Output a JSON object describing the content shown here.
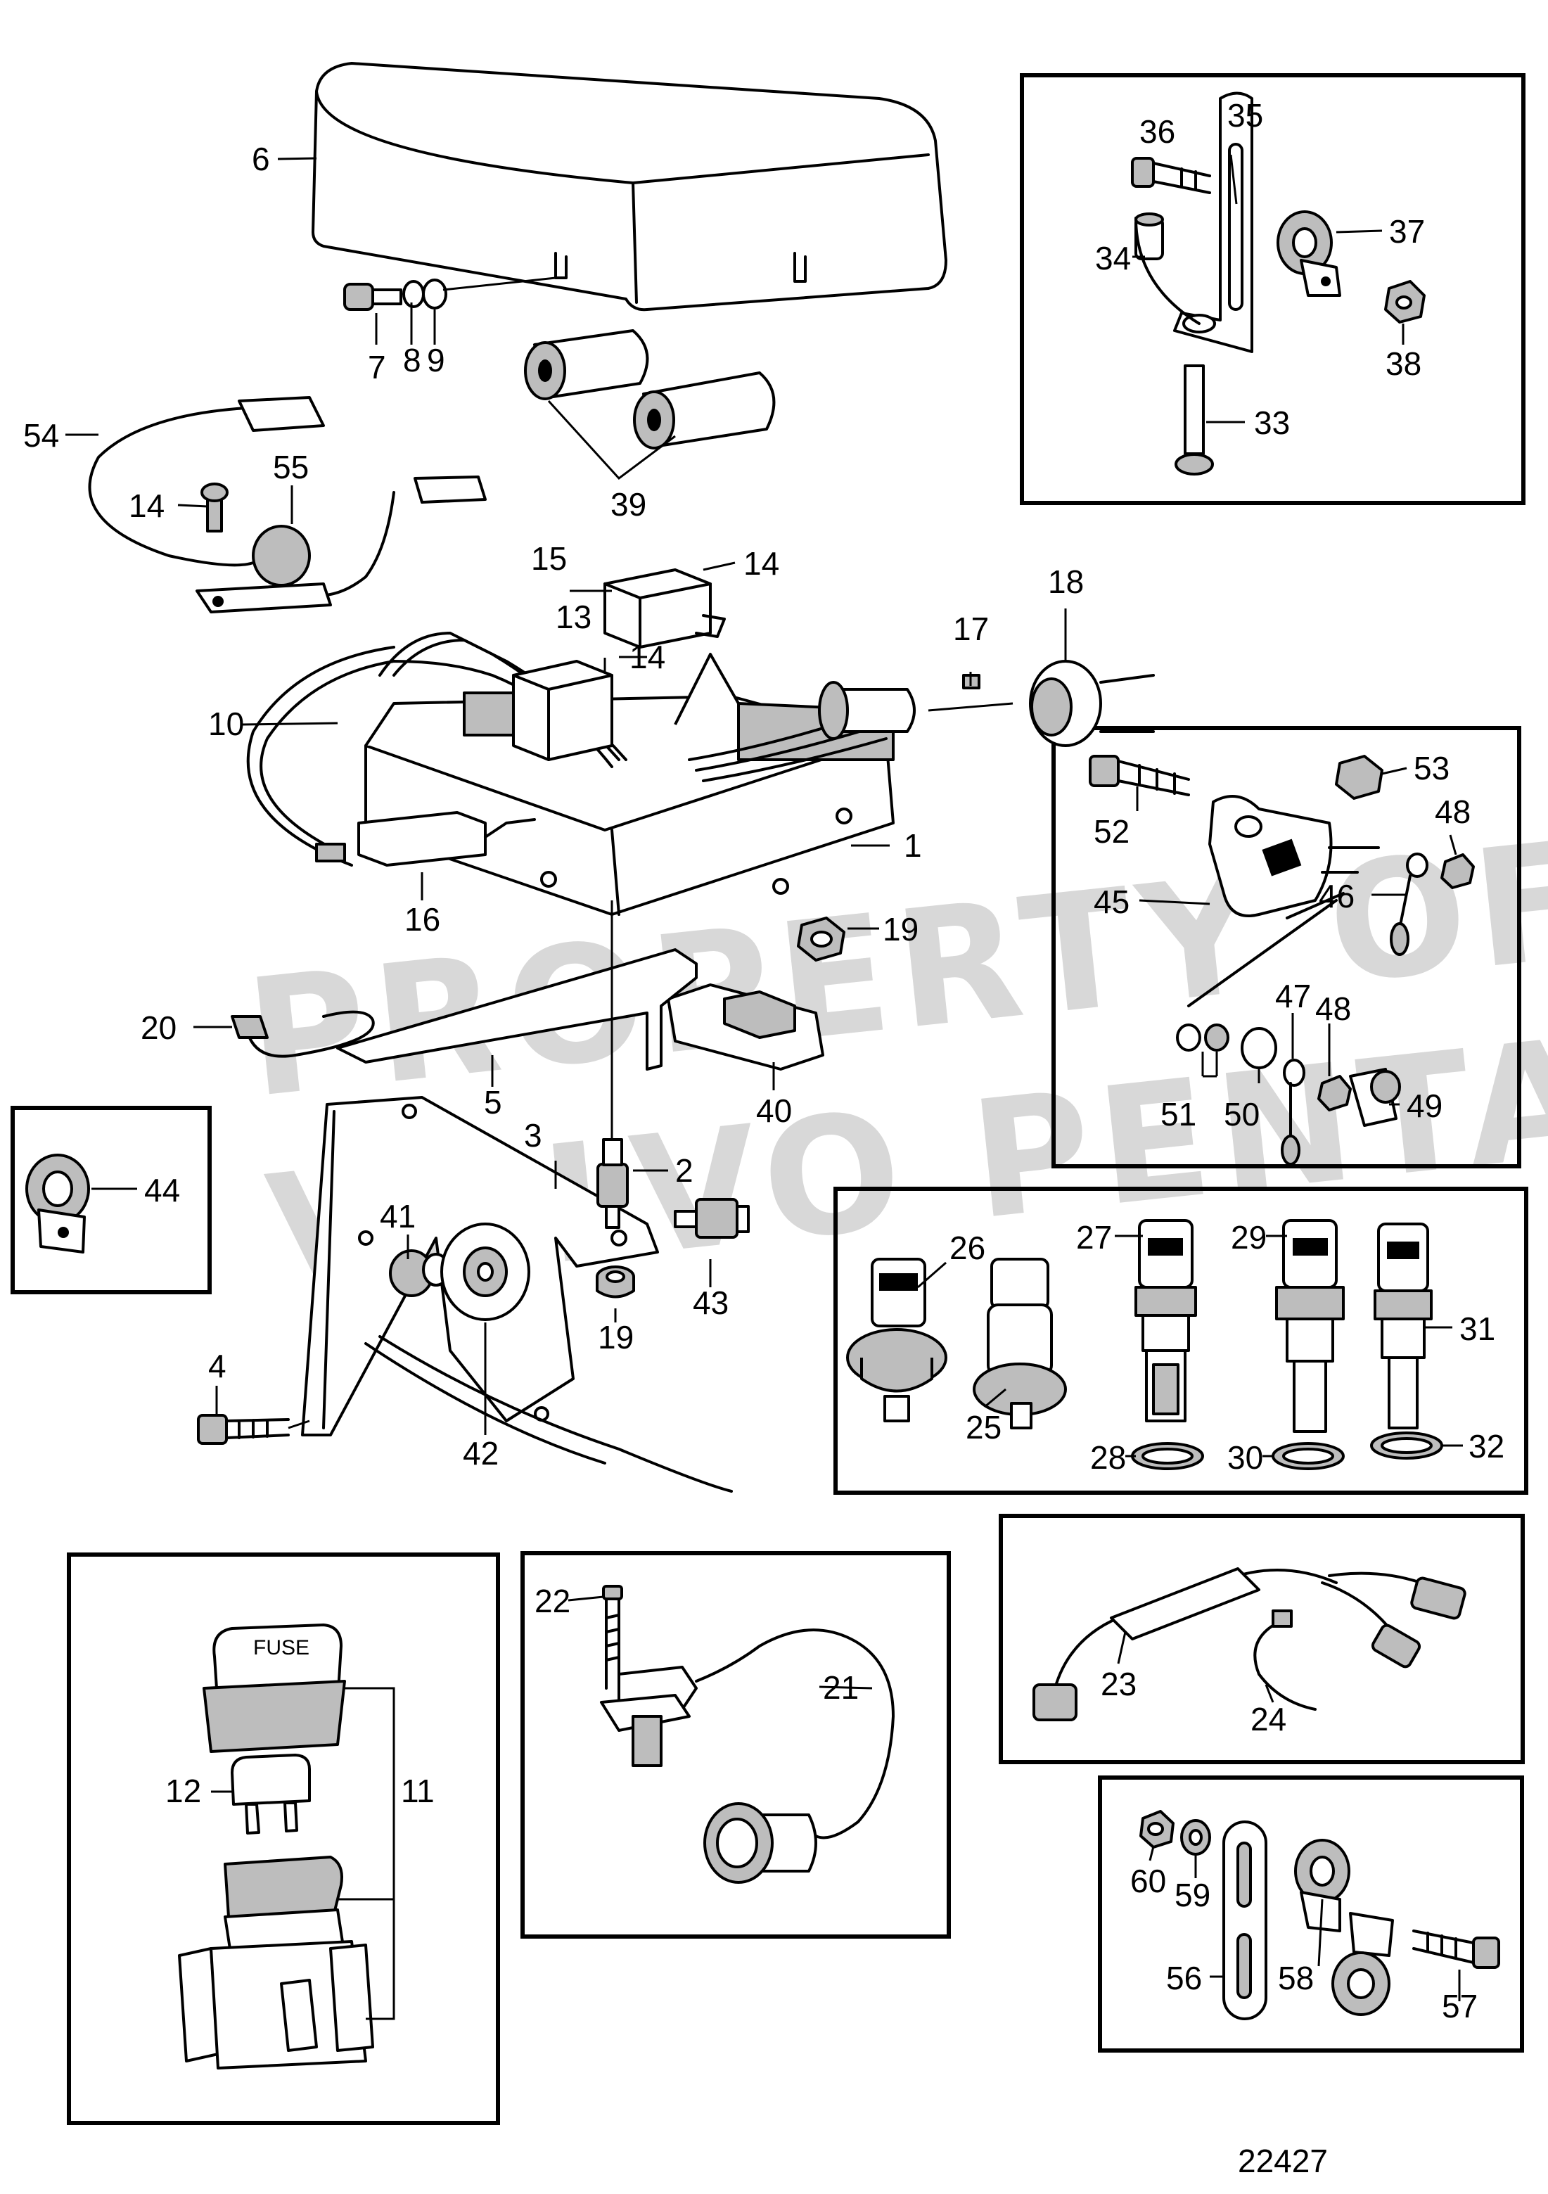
{
  "diagram": {
    "drawing_number": "22427",
    "watermark": [
      "PROPERTY OF",
      "VOLVO PENTA"
    ],
    "fuse_cover_text": "FUSE",
    "callouts": [
      "1",
      "2",
      "3",
      "4",
      "5",
      "6",
      "7",
      "8",
      "9",
      "10",
      "11",
      "12",
      "13",
      "14",
      "14",
      "14",
      "14",
      "15",
      "16",
      "17",
      "18",
      "19",
      "19",
      "20",
      "21",
      "22",
      "23",
      "24",
      "25",
      "26",
      "27",
      "28",
      "29",
      "30",
      "31",
      "32",
      "33",
      "34",
      "35",
      "36",
      "37",
      "38",
      "39",
      "40",
      "41",
      "42",
      "43",
      "44",
      "45",
      "46",
      "47",
      "48",
      "48",
      "49",
      "50",
      "51",
      "52",
      "53",
      "54",
      "55",
      "56",
      "57",
      "58",
      "59",
      "60"
    ]
  }
}
